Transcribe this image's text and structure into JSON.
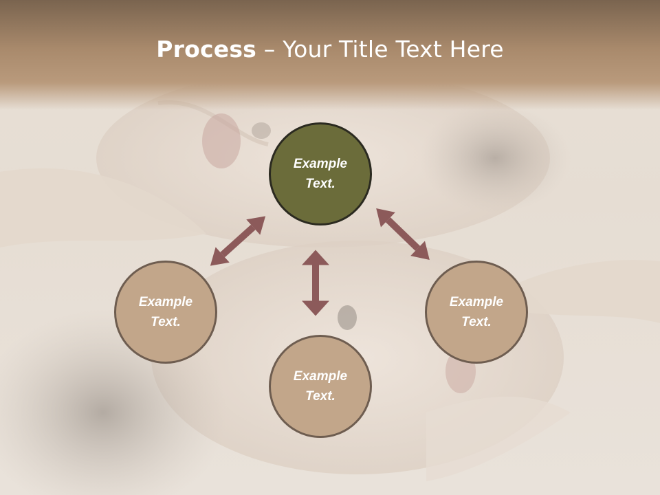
{
  "slide": {
    "title_bold": "Process",
    "title_rest": " – Your Title Text Here"
  },
  "diagram": {
    "nodes": [
      {
        "id": "top",
        "label": "Example\nText."
      },
      {
        "id": "left",
        "label": "Example\nText."
      },
      {
        "id": "bottom",
        "label": "Example\nText."
      },
      {
        "id": "right",
        "label": "Example\nText."
      }
    ],
    "arrow_color": "#8c5a5a",
    "accent_circle_color": "#6b6c3a",
    "circle_color": "#c2a68a"
  }
}
